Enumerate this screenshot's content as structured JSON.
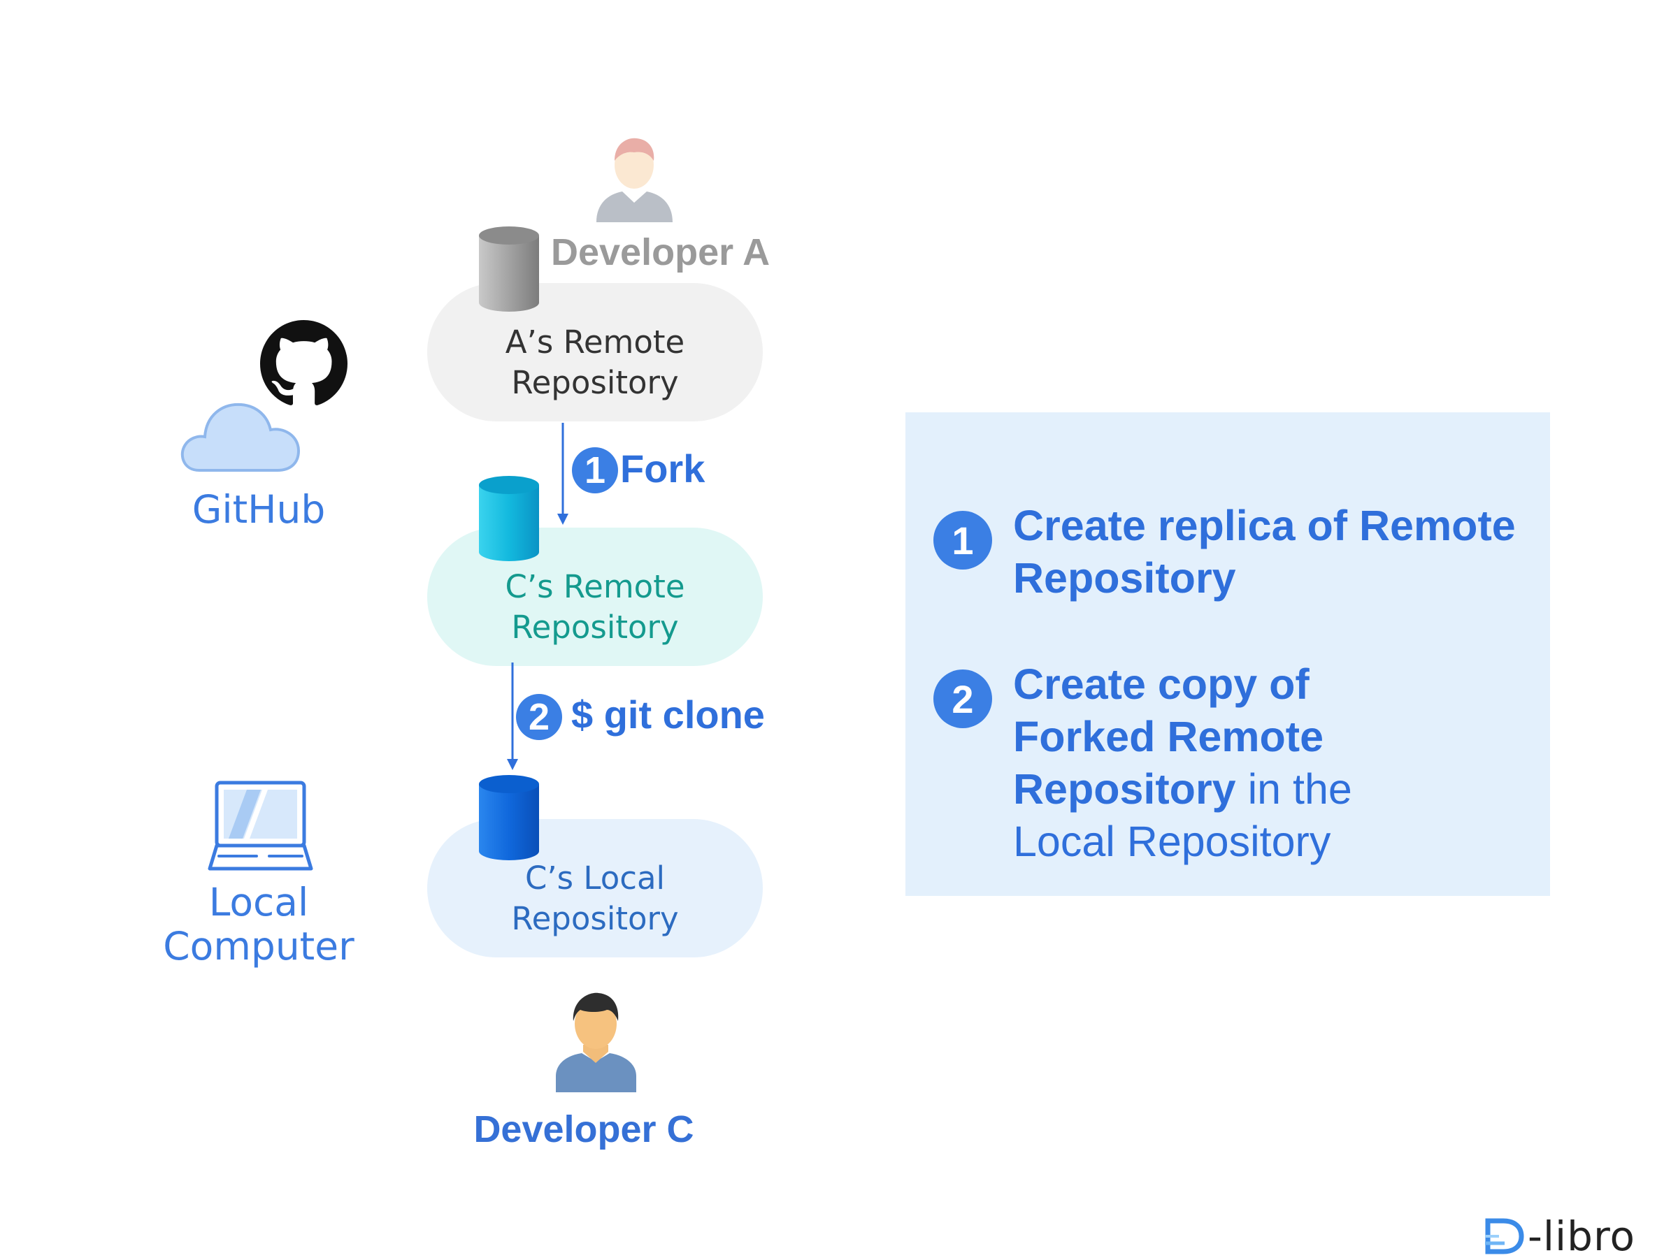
{
  "left_labels": {
    "github": "GitHub",
    "local_computer_line1": "Local",
    "local_computer_line2": "Computer"
  },
  "developers": {
    "a": "Developer A",
    "c": "Developer C"
  },
  "repositories": {
    "a_remote_line1": "A’s Remote",
    "a_remote_line2": "Repository",
    "c_remote_line1": "C’s Remote",
    "c_remote_line2": "Repository",
    "c_local_line1": "C’s Local",
    "c_local_line2": "Repository"
  },
  "steps": [
    {
      "number": "1",
      "label": "Fork"
    },
    {
      "number": "2",
      "label": "$ git clone"
    }
  ],
  "panel": {
    "items": [
      {
        "number": "1",
        "bold_text": "Create replica of Remote Repository",
        "normal_text": ""
      },
      {
        "number": "2",
        "bold_text": "Create copy of Forked Remote Repository",
        "normal_text": "in the Local Repository"
      }
    ]
  },
  "logo": {
    "text": "-libro"
  },
  "colors": {
    "accent_blue": "#3b7fe4",
    "panel_bg": "#e3f0fc",
    "teal_text": "#149a8e",
    "grey_text": "#9a9a9a"
  },
  "icons": [
    "github-icon",
    "cloud-icon",
    "laptop-icon",
    "person-icon",
    "database-icon",
    "d-libro-logo-icon"
  ]
}
